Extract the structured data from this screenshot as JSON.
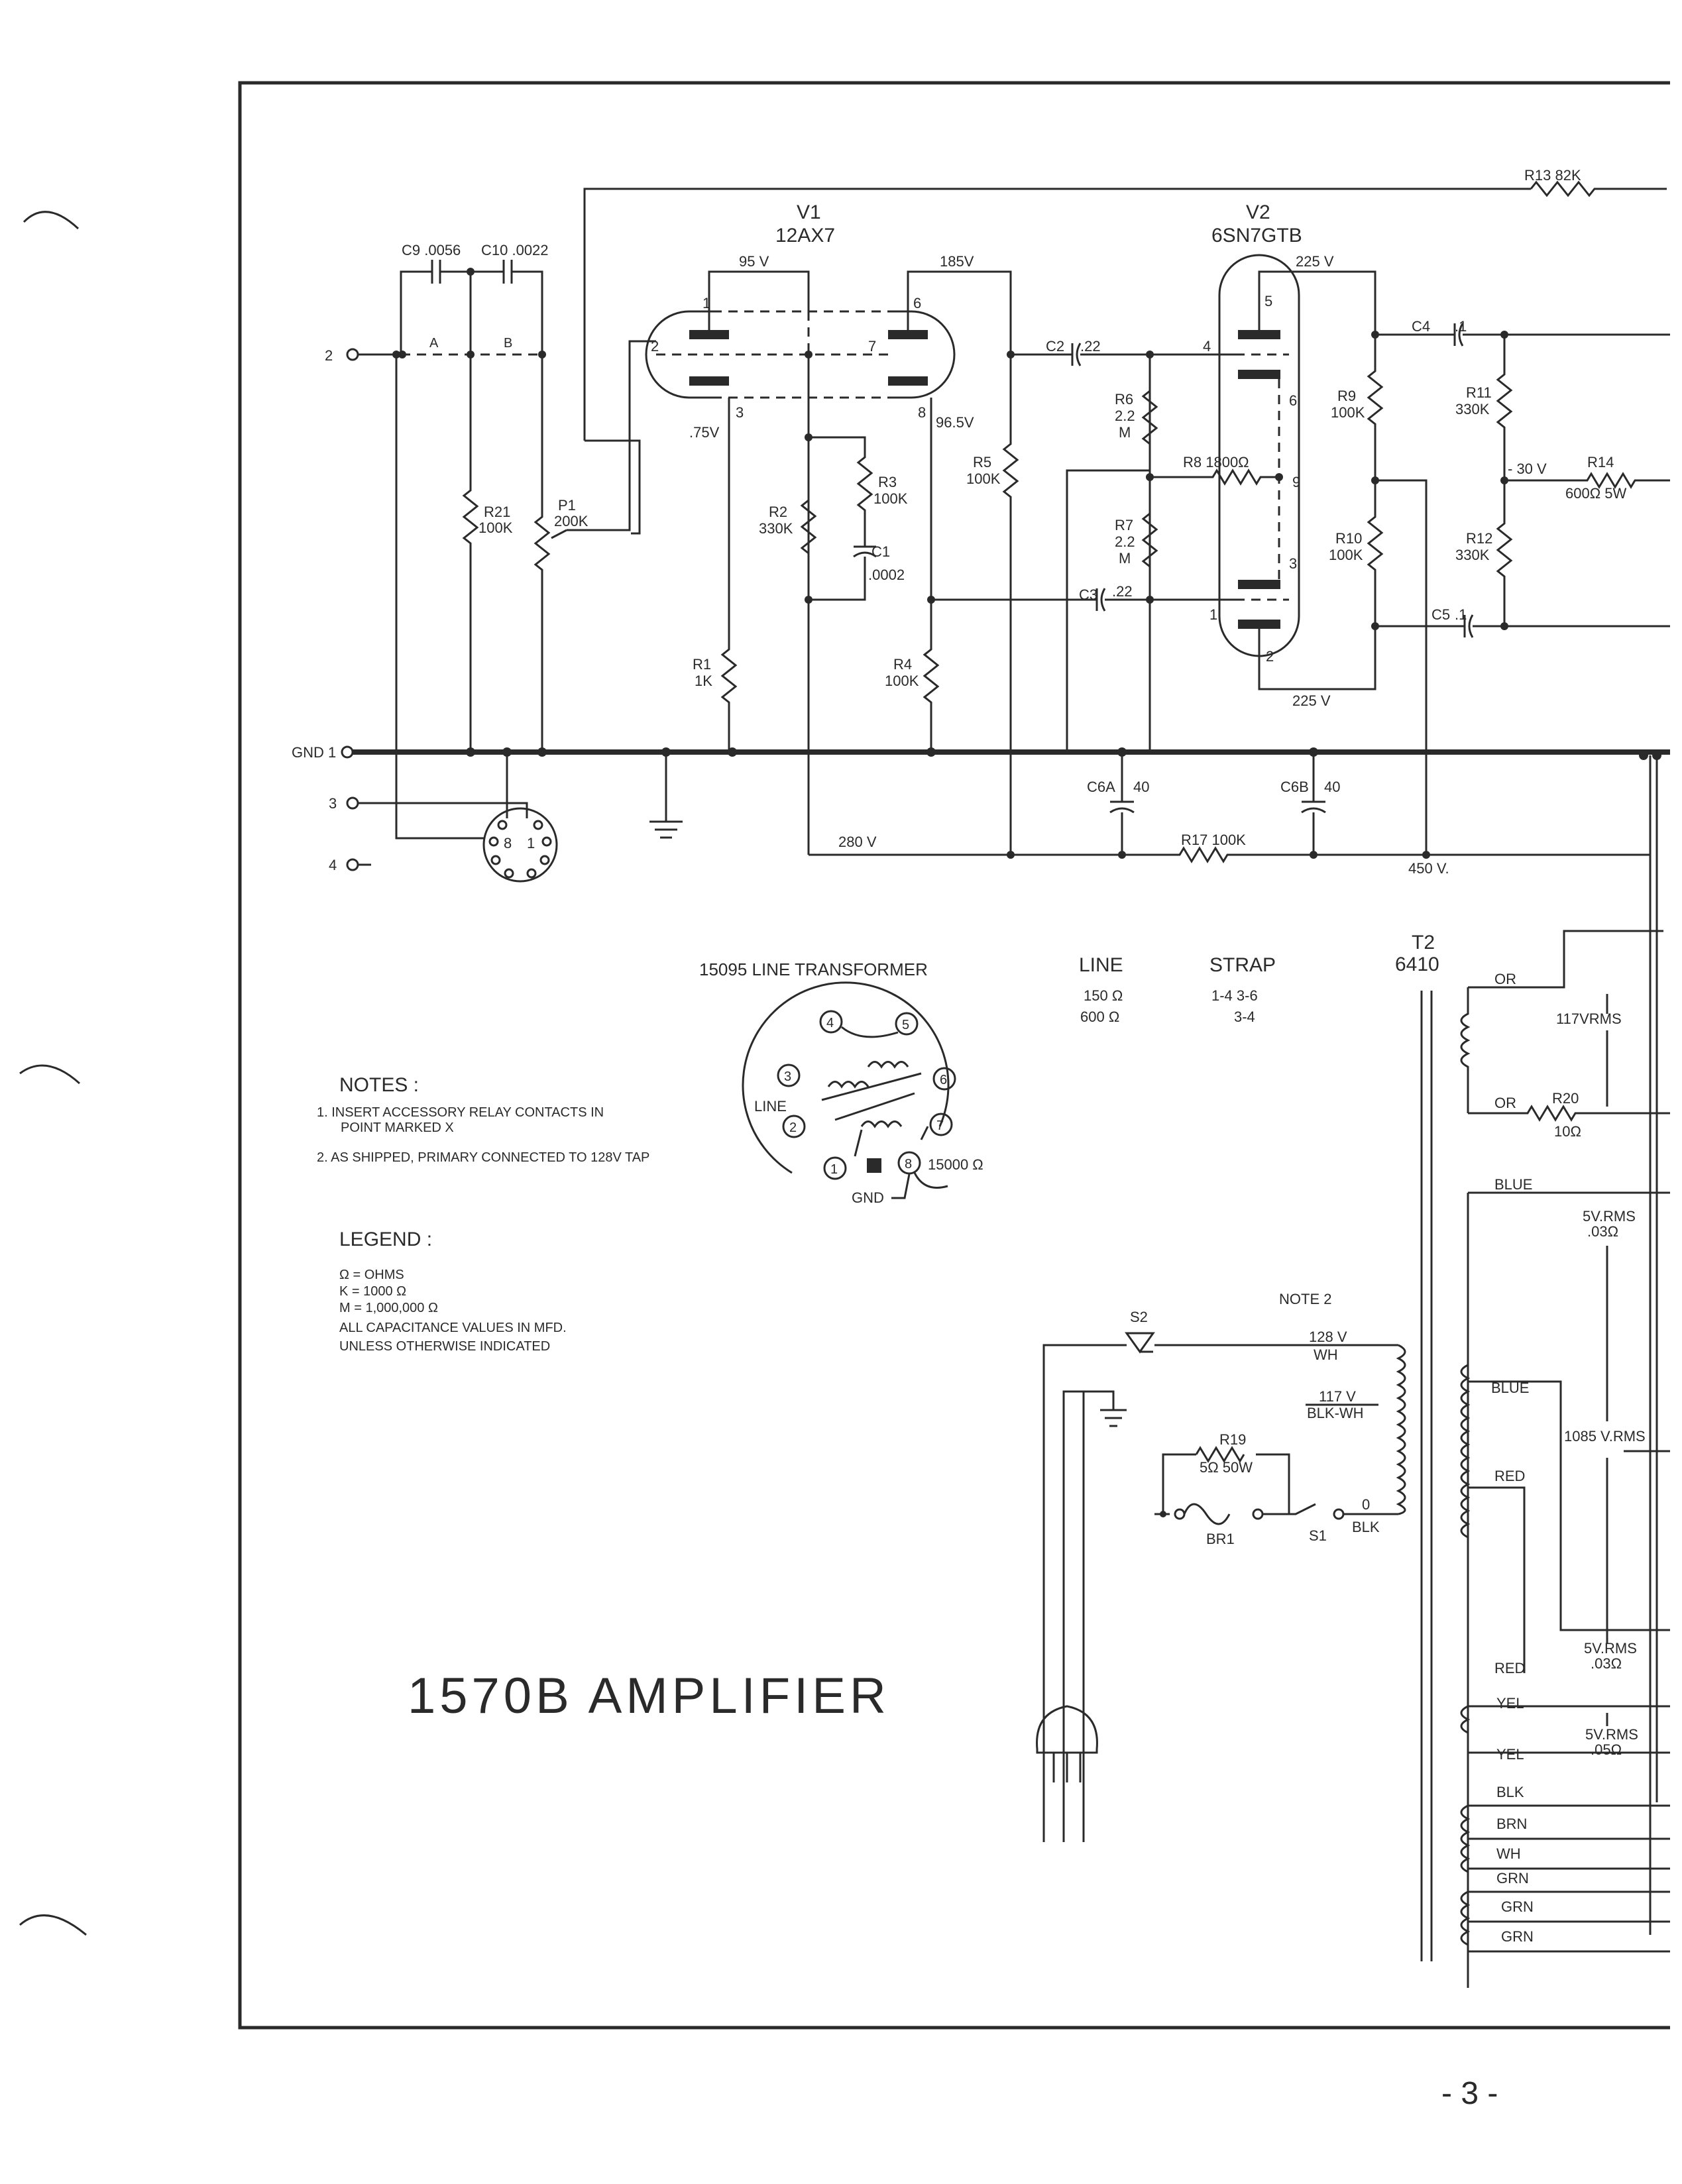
{
  "title": "1570B AMPLIFIER",
  "page_number": "- 3 -",
  "notes": {
    "heading": "NOTES :",
    "items": [
      "1. INSERT ACCESSORY RELAY CONTACTS IN",
      "POINT MARKED X",
      "2. AS SHIPPED, PRIMARY CONNECTED TO 128V TAP"
    ]
  },
  "legend": {
    "heading": "LEGEND :",
    "items": [
      "Ω = OHMS",
      "K = 1000 Ω",
      "M = 1,000,000 Ω",
      "ALL CAPACITANCE VALUES IN MFD.",
      "UNLESS OTHERWISE INDICATED"
    ]
  },
  "line_strap": {
    "line_header": "LINE",
    "strap_header": "STRAP",
    "rows": [
      {
        "line": "150 Ω",
        "strap": "1-4   3-6"
      },
      {
        "line": "600 Ω",
        "strap": "3-4"
      }
    ]
  },
  "line_transformer": {
    "title": "15095 LINE TRANSFORMER",
    "pins": [
      "1",
      "2",
      "3",
      "4",
      "5",
      "6",
      "7",
      "8"
    ],
    "line_label": "LINE",
    "gnd_label": "GND",
    "impedance": "15000 Ω"
  },
  "tubes": [
    {
      "ref": "V1",
      "type": "12AX7"
    },
    {
      "ref": "V2",
      "type": "6SN7GTB"
    }
  ],
  "tube_pins": [
    "1",
    "2",
    "3",
    "6",
    "7",
    "8",
    "5",
    "4",
    "6",
    "9",
    "3",
    "1",
    "2"
  ],
  "inputs": {
    "terminals": [
      "2",
      "GND 1",
      "3",
      "4"
    ],
    "octal_pins": [
      "8",
      "1"
    ],
    "points": [
      "A",
      "B"
    ]
  },
  "components": {
    "C9": "C9 .0056",
    "C10": "C10 .0022",
    "R21": [
      "R21",
      "100K"
    ],
    "P1": [
      "P1",
      "200K"
    ],
    "R1": [
      "R1",
      "1K"
    ],
    "R2": [
      "R2",
      "330K"
    ],
    "R3": [
      "R3",
      "100K"
    ],
    "C1": [
      "C1",
      ".0002"
    ],
    "R4": [
      "R4",
      "100K"
    ],
    "R5": [
      "R5",
      "100K"
    ],
    "C2": [
      "C2",
      ".22"
    ],
    "C3": [
      "C3",
      ".22"
    ],
    "R6": [
      "R6",
      "2.2",
      "M"
    ],
    "R7": [
      "R7",
      "2.2",
      "M"
    ],
    "R8": "R8  1800Ω",
    "R9": [
      "R9",
      "100K"
    ],
    "R10": [
      "R10",
      "100K"
    ],
    "C4": [
      "C4",
      ".1"
    ],
    "C5": [
      "C5",
      ".1"
    ],
    "R11": [
      "R11",
      "330K"
    ],
    "R12": [
      "R12",
      "330K"
    ],
    "R13": "R13  82K",
    "R14": [
      "R14",
      "600Ω  5W"
    ],
    "C6A": [
      "C6A",
      "40"
    ],
    "C6B": [
      "C6B",
      "40"
    ],
    "R17": "R17  100K",
    "R19": [
      "R19",
      "5Ω 50W"
    ],
    "R20": [
      "R20",
      "10Ω"
    ],
    "S1": "S1",
    "S2": "S2",
    "BR1": "BR1"
  },
  "voltages": {
    "v1_plate1": "95 V",
    "v1_plate2": "185V",
    "v1_cathode": ".75V",
    "v1_cathode2": "96.5V",
    "v2_plate_top": "225 V",
    "v2_plate_bot": "225 V",
    "grid_bias": "- 30 V",
    "b_plus_1": "280 V",
    "b_plus_2": "450 V."
  },
  "power_transformer": {
    "ref": "T2",
    "part": "6410",
    "note": "NOTE 2",
    "primary_taps": [
      {
        "v": "128 V",
        "wire": "WH"
      },
      {
        "v": "117 V",
        "wire": "BLK-WH"
      },
      {
        "v": "0",
        "wire": "BLK"
      }
    ],
    "secondaries": [
      {
        "wire": "OR",
        "rating": ""
      },
      {
        "wire": "OR",
        "rating": "117VRMS"
      },
      {
        "wire": "BLUE",
        "rating": "5V.RMS"
      },
      {
        "wire": "",
        "rating": ".03Ω"
      },
      {
        "wire": "BLUE",
        "rating": "1085 V.RMS"
      },
      {
        "wire": "RED",
        "rating": ""
      },
      {
        "wire": "RED",
        "rating": "5V.RMS"
      },
      {
        "wire": "",
        "rating": ".03Ω"
      },
      {
        "wire": "YEL",
        "rating": ""
      },
      {
        "wire": "YEL",
        "rating": "5V.RMS"
      },
      {
        "wire": "",
        "rating": ".05Ω"
      }
    ],
    "output_wires": [
      "BLK",
      "BRN",
      "WH",
      "GRN",
      "GRN",
      "GRN"
    ]
  }
}
